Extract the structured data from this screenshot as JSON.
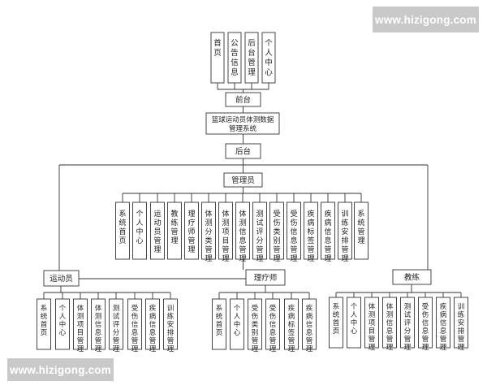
{
  "watermark": {
    "text": "www.hizigong.com"
  },
  "front": {
    "modules": [
      "首页",
      "公告信息",
      "后台管理",
      "个人中心"
    ],
    "label": "前台"
  },
  "system": {
    "label": "篮球运动员体测数据管理系统"
  },
  "back": {
    "label": "后台"
  },
  "admin": {
    "label": "管理员",
    "modules": [
      "系统首页",
      "个人中心",
      "运动员管理",
      "教练管理",
      "理疗师管理",
      "体测分类管理",
      "体测项目管理",
      "体测信息管理",
      "测试评分管理",
      "受伤类别管理",
      "受伤信息管理",
      "疾病标签管理",
      "疾病信息管理",
      "训练安排管理",
      "系统管理"
    ]
  },
  "athlete": {
    "label": "运动员",
    "modules": [
      "系统首页",
      "个人中心",
      "体测项目管理",
      "体测信息管理",
      "测试评分管理",
      "受伤信息管理",
      "疾病信息管理",
      "训练安排管理"
    ]
  },
  "therapist": {
    "label": "理疗师",
    "modules": [
      "系统首页",
      "个人中心",
      "受伤类别管理",
      "受伤信息管理",
      "疾病标签管理",
      "疾病信息管理"
    ]
  },
  "coach": {
    "label": "教练",
    "modules": [
      "系统首页",
      "个人中心",
      "体测项目管理",
      "体测信息管理",
      "测试评分管理",
      "受伤信息管理",
      "疾病信息管理",
      "训练安排管理"
    ]
  }
}
